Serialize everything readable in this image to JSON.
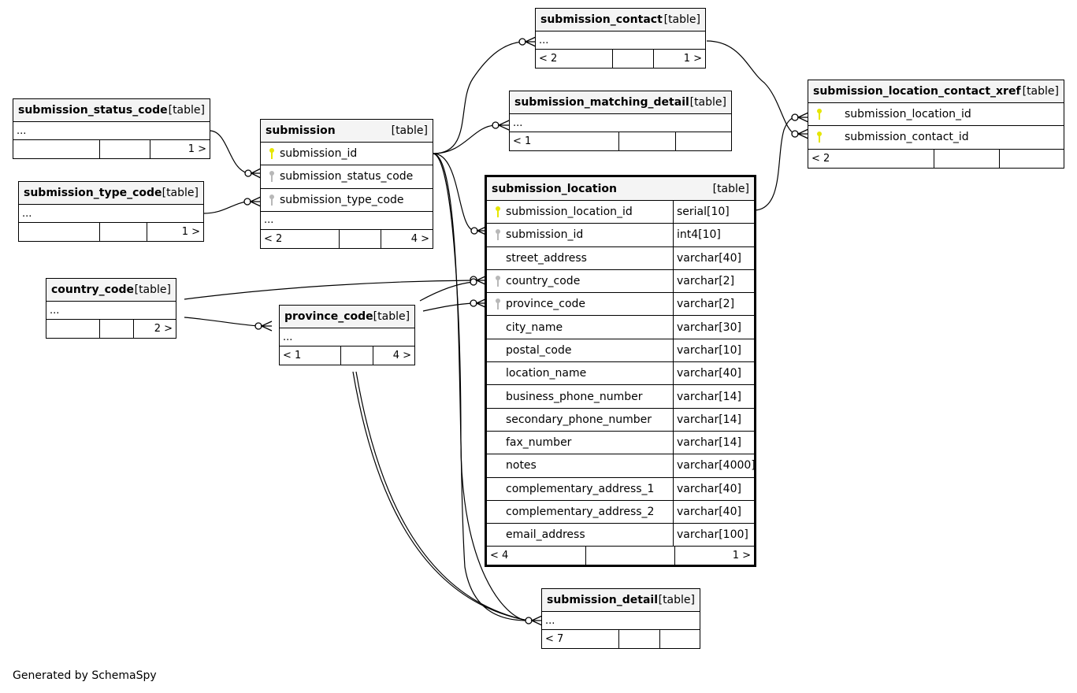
{
  "diagram": {
    "credit": "Generated by SchemaSpy",
    "colors": {
      "pk_key": "#e6e600",
      "fk_key": "#b8b8b8",
      "header_bg": "#f4f4f4",
      "line": "#000000"
    },
    "tables": {
      "submission_contact": {
        "name": "submission_contact",
        "kind": "[table]",
        "ellipsis": "...",
        "parents": "< 2",
        "children": "1 >"
      },
      "submission_matching_detail": {
        "name": "submission_matching_detail",
        "kind": "[table]",
        "ellipsis": "...",
        "parents": "< 1",
        "children": ""
      },
      "submission_location_contact_xref": {
        "name": "submission_location_contact_xref",
        "kind": "[table]",
        "columns": [
          {
            "name": "submission_location_id",
            "key": "pk"
          },
          {
            "name": "submission_contact_id",
            "key": "pk"
          }
        ],
        "parents": "< 2",
        "children": ""
      },
      "submission_status_code": {
        "name": "submission_status_code",
        "kind": "[table]",
        "ellipsis": "...",
        "parents": "",
        "children": "1 >"
      },
      "submission_type_code": {
        "name": "submission_type_code",
        "kind": "[table]",
        "ellipsis": "...",
        "parents": "",
        "children": "1 >"
      },
      "submission": {
        "name": "submission",
        "kind": "[table]",
        "columns": [
          {
            "name": "submission_id",
            "key": "pk"
          },
          {
            "name": "submission_status_code",
            "key": "fk"
          },
          {
            "name": "submission_type_code",
            "key": "fk"
          }
        ],
        "ellipsis": "...",
        "parents": "< 2",
        "children": "4 >"
      },
      "submission_location": {
        "name": "submission_location",
        "kind": "[table]",
        "columns": [
          {
            "name": "submission_location_id",
            "type": "serial[10]",
            "key": "pk"
          },
          {
            "name": "submission_id",
            "type": "int4[10]",
            "key": "fk"
          },
          {
            "name": "street_address",
            "type": "varchar[40]",
            "key": ""
          },
          {
            "name": "country_code",
            "type": "varchar[2]",
            "key": "fk"
          },
          {
            "name": "province_code",
            "type": "varchar[2]",
            "key": "fk"
          },
          {
            "name": "city_name",
            "type": "varchar[30]",
            "key": ""
          },
          {
            "name": "postal_code",
            "type": "varchar[10]",
            "key": ""
          },
          {
            "name": "location_name",
            "type": "varchar[40]",
            "key": ""
          },
          {
            "name": "business_phone_number",
            "type": "varchar[14]",
            "key": ""
          },
          {
            "name": "secondary_phone_number",
            "type": "varchar[14]",
            "key": ""
          },
          {
            "name": "fax_number",
            "type": "varchar[14]",
            "key": ""
          },
          {
            "name": "notes",
            "type": "varchar[4000]",
            "key": ""
          },
          {
            "name": "complementary_address_1",
            "type": "varchar[40]",
            "key": ""
          },
          {
            "name": "complementary_address_2",
            "type": "varchar[40]",
            "key": ""
          },
          {
            "name": "email_address",
            "type": "varchar[100]",
            "key": ""
          }
        ],
        "parents": "< 4",
        "children": "1 >"
      },
      "country_code": {
        "name": "country_code",
        "kind": "[table]",
        "ellipsis": "...",
        "parents": "",
        "children": "2 >"
      },
      "province_code": {
        "name": "province_code",
        "kind": "[table]",
        "ellipsis": "...",
        "parents": "< 1",
        "children": "4 >"
      },
      "submission_detail": {
        "name": "submission_detail",
        "kind": "[table]",
        "ellipsis": "...",
        "parents": "< 7",
        "children": ""
      }
    },
    "relationships": [
      {
        "from": "submission_status_code",
        "to": "submission.submission_status_code"
      },
      {
        "from": "submission_type_code",
        "to": "submission.submission_type_code"
      },
      {
        "from": "submission.submission_id",
        "to": "submission_contact"
      },
      {
        "from": "submission.submission_id",
        "to": "submission_matching_detail"
      },
      {
        "from": "submission.submission_id",
        "to": "submission_location.submission_id"
      },
      {
        "from": "submission.submission_id",
        "to": "submission_detail"
      },
      {
        "from": "country_code",
        "to": "submission_location.country_code"
      },
      {
        "from": "country_code",
        "to": "province_code"
      },
      {
        "from": "province_code",
        "to": "submission_location.province_code"
      },
      {
        "from": "province_code",
        "to": "submission_detail"
      },
      {
        "from": "submission_contact",
        "to": "submission_location_contact_xref.submission_contact_id"
      },
      {
        "from": "submission_location.submission_location_id",
        "to": "submission_location_contact_xref.submission_location_id"
      }
    ]
  }
}
